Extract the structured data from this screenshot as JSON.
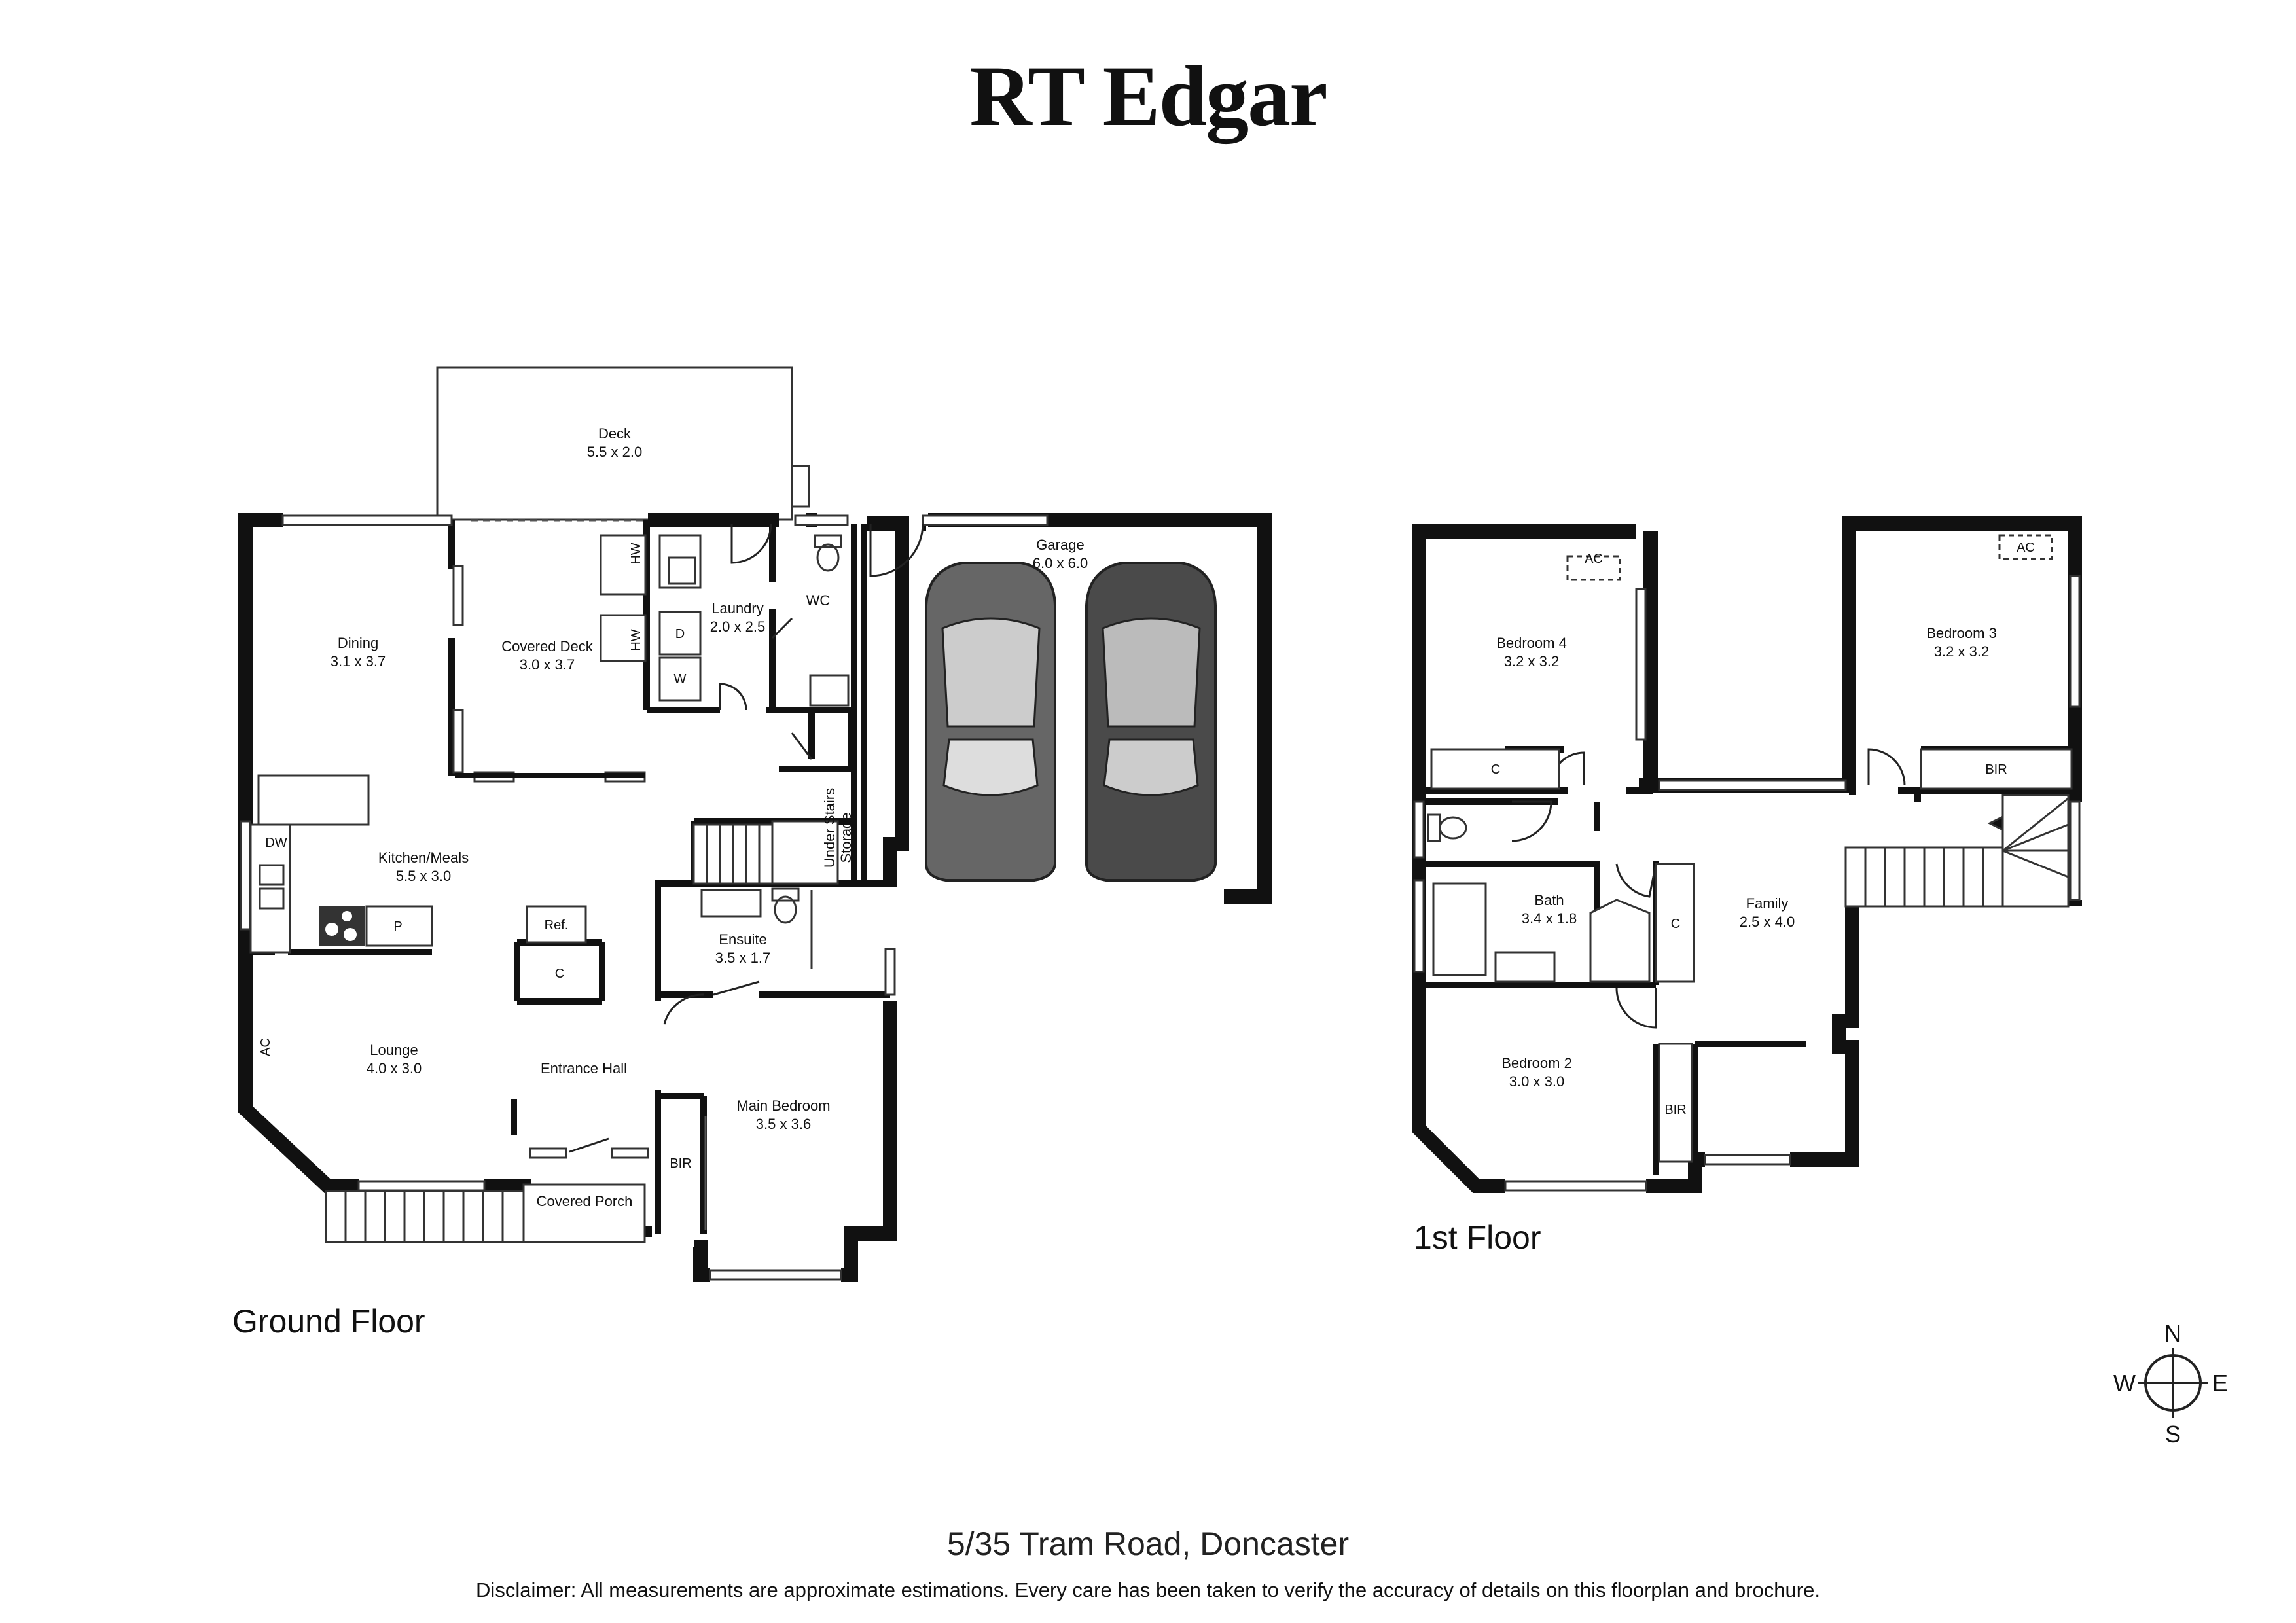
{
  "brand": {
    "name": "RT Edgar"
  },
  "floors": {
    "ground": {
      "label": "Ground Floor",
      "rooms": {
        "deck": {
          "name": "Deck",
          "size": "5.5 x 2.0"
        },
        "covered_deck": {
          "name": "Covered Deck",
          "size": "3.0 x 3.7"
        },
        "dining": {
          "name": "Dining",
          "size": "3.1 x 3.7"
        },
        "laundry": {
          "name": "Laundry",
          "size": "2.0 x 2.5"
        },
        "garage": {
          "name": "Garage",
          "size": "6.0 x 6.0"
        },
        "kitchen": {
          "name": "Kitchen/Meals",
          "size": "5.5 x 3.0"
        },
        "ensuite": {
          "name": "Ensuite",
          "size": "3.5 x 1.7"
        },
        "lounge": {
          "name": "Lounge",
          "size": "4.0 x 3.0"
        },
        "main_bedroom": {
          "name": "Main Bedroom",
          "size": "3.5 x 3.6"
        }
      },
      "labels": {
        "wc": "WC",
        "hw": "HW",
        "d": "D",
        "w": "W",
        "dw": "DW",
        "p": "P",
        "ref": "Ref.",
        "c": "C",
        "ac": "AC",
        "bir": "BIR",
        "entrance_hall": "Entrance Hall",
        "covered_porch": "Covered Porch",
        "under_stairs": "Under Stairs",
        "storage": "Storage"
      }
    },
    "first": {
      "label": "1st Floor",
      "rooms": {
        "bedroom4": {
          "name": "Bedroom 4",
          "size": "3.2 x 3.2"
        },
        "bedroom3": {
          "name": "Bedroom 3",
          "size": "3.2 x 3.2"
        },
        "bath": {
          "name": "Bath",
          "size": "3.4 x 1.8"
        },
        "family": {
          "name": "Family",
          "size": "2.5 x 4.0"
        },
        "bedroom2": {
          "name": "Bedroom 2",
          "size": "3.0 x 3.0"
        }
      },
      "labels": {
        "ac": "AC",
        "c": "C",
        "bir": "BIR"
      }
    }
  },
  "compass": {
    "n": "N",
    "s": "S",
    "e": "E",
    "w": "W"
  },
  "address": "5/35 Tram Road, Doncaster",
  "disclaimer": "Disclaimer: All measurements are approximate estimations. Every care has been taken to verify the accuracy of details on this floorplan and brochure."
}
